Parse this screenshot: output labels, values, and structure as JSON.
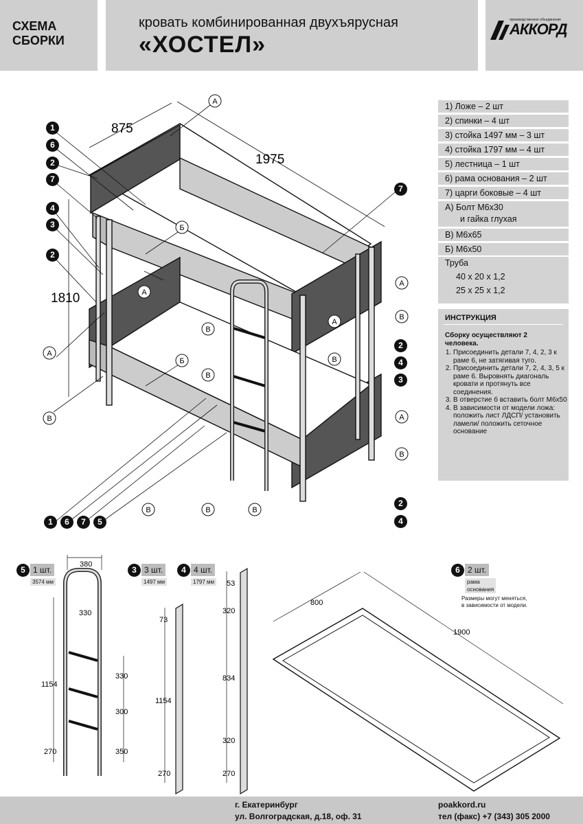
{
  "header": {
    "schema_line1": "СХЕМА",
    "schema_line2": "СБОРКИ",
    "subtitle": "кровать комбинированная двухъярусная",
    "title": "«ХОСТЕЛ»",
    "logo": "АККОРД",
    "logo_small": "производственное объединение"
  },
  "parts": [
    "1) Ложе – 2 шт",
    "2) спинки – 4 шт",
    "3) стойка  1497  мм – 3 шт",
    "4) стойка 1797 мм – 4 шт",
    "5) лестница – 1 шт",
    "6) рама основания – 2 шт",
    "7) царги боковые – 4 шт"
  ],
  "bolts": {
    "a_line1": "А)  Болт М6х30",
    "a_line2": "и гайка глухая",
    "v": "В)  М6х65",
    "b": "Б)  М6х50"
  },
  "tube": {
    "title": "Труба",
    "size1": "40 х 20 х 1,2",
    "size2": "25 х 25 х 1,2"
  },
  "instructions": {
    "title": "ИНСТРУКЦИЯ",
    "intro": "Сборку осуществляют 2 человека.",
    "steps": [
      "Присоединить детали 7, 4, 2, 3 к раме 6, не затягивая туго.",
      "Присоединить детали 7, 2, 4, 3, 5 к раме 6. Выровнять диагональ кровати и протянуть все соединения.",
      "В отверстие б вставить болт М6х50",
      "В зависимости от модели ложа: положить лист ЛДСП/ установить ламели/ положить сеточное основание"
    ]
  },
  "dimensions": {
    "width": "875",
    "length": "1975",
    "height": "1810",
    "ladder_width": "380",
    "ladder_inner": "330",
    "ladder_height": "1154",
    "ladder_bottom": "270",
    "ladder_step1": "330",
    "ladder_step2": "300",
    "ladder_step3": "350",
    "post3_top": "73",
    "post3_height": "1154",
    "post3_bottom": "270",
    "post4_top": "53",
    "post4_s1": "320",
    "post4_mid": "834",
    "post4_s2": "320",
    "post4_bottom": "270",
    "frame_width": "800",
    "frame_length": "1900"
  },
  "part_tags": {
    "p5": {
      "num": "5",
      "qty": "1 шт.",
      "len": "3574 мм"
    },
    "p3": {
      "num": "3",
      "qty": "3 шт.",
      "len": "1497 мм"
    },
    "p4": {
      "num": "4",
      "qty": "4 шт.",
      "len": "1797 мм"
    },
    "p6": {
      "num": "6",
      "qty": "2 шт.",
      "len_line1": "рама",
      "len_line2": "основания"
    }
  },
  "frame_note": {
    "line1": "Размеры могут меняться,",
    "line2": "в зависимости от модели."
  },
  "callouts": {
    "n1": "1",
    "n2": "2",
    "n3": "3",
    "n4": "4",
    "n5": "5",
    "n6": "6",
    "n7": "7",
    "a": "А",
    "b": "Б",
    "v": "В"
  },
  "footer": {
    "city": "г. Екатеринбург",
    "address": "ул. Волгоградская, д.18, оф. 31",
    "site": "poakkord.ru",
    "phone": "тел (факс) +7 (343) 305 2000"
  }
}
